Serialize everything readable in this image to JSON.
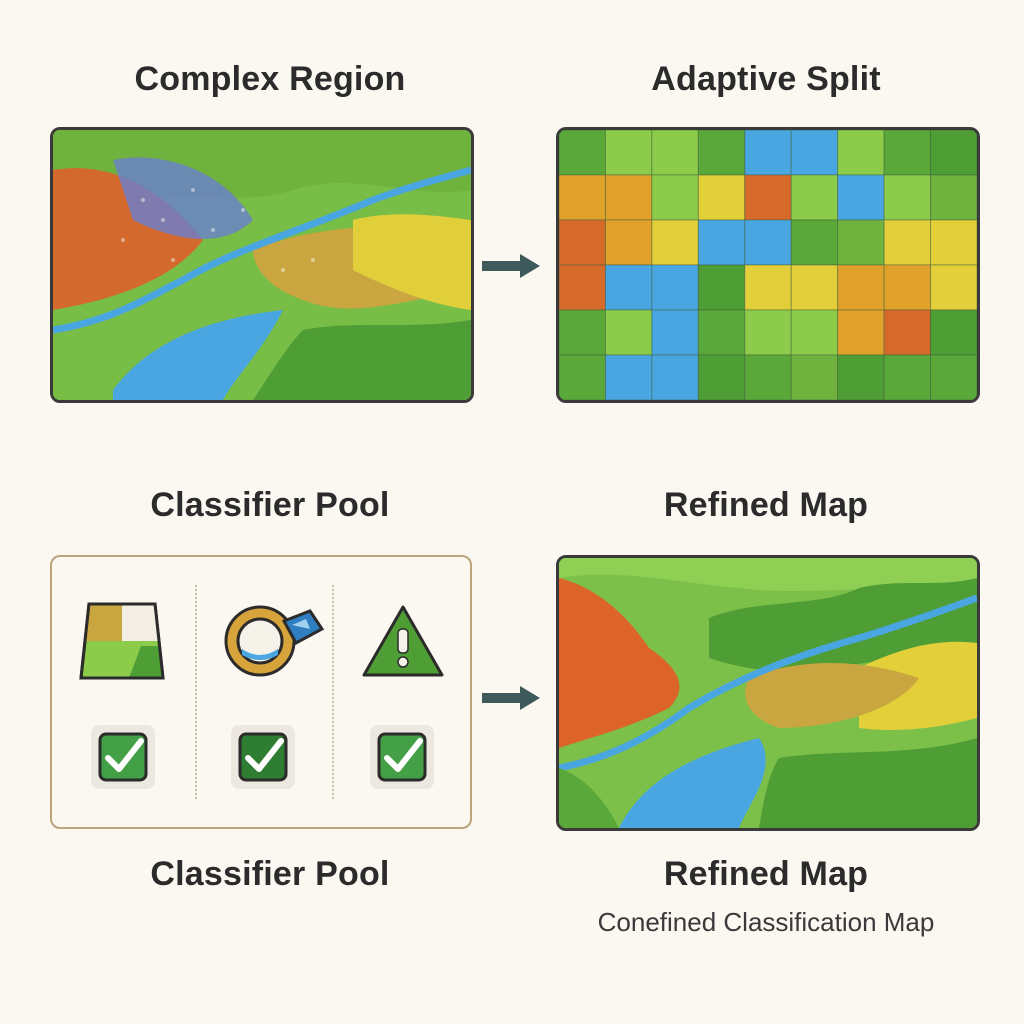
{
  "panels": {
    "complex_region": {
      "title": "Complex Region"
    },
    "adaptive_split": {
      "title": "Adaptive Split"
    },
    "classifier_pool": {
      "title": "Classifier Pool",
      "caption": "Classifier Pool"
    },
    "refined_map": {
      "title": "Refined Map",
      "caption": "Refined Map",
      "subcaption": "Conefined Classification Map"
    }
  },
  "classifiers": [
    {
      "icon": "terrain-block-icon",
      "status": "checked"
    },
    {
      "icon": "lens-icon",
      "status": "checked"
    },
    {
      "icon": "warning-triangle-icon",
      "status": "checked"
    }
  ],
  "colors": {
    "background": "#fbf7f1",
    "forest": "#5aa83a",
    "grass": "#8ccc4a",
    "water": "#4aa6e0",
    "urban": "#e0662a",
    "crop": "#c9a640",
    "yellow": "#e2cf3a",
    "check_green": "#43a047"
  }
}
